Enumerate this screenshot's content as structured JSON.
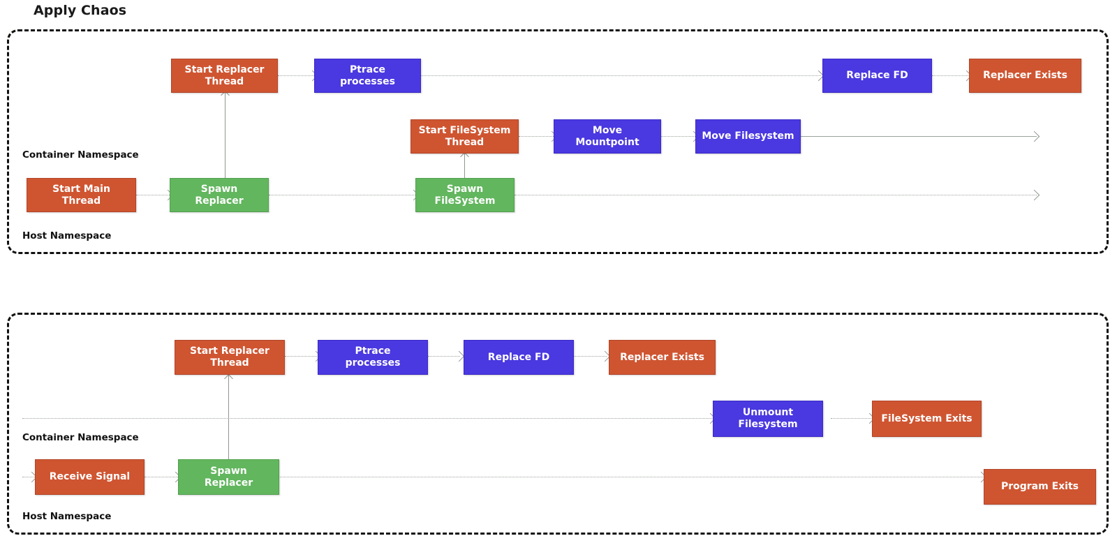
{
  "title": "Apply Chaos",
  "colors": {
    "orange": "#cf5531",
    "blue": "#4a38e0",
    "green": "#62b65e",
    "namespace_band": "#dde5d4",
    "frame_border": "#111111",
    "connector": "#9aa39a"
  },
  "lanes": {
    "container_label": "Container Namespace",
    "host_label": "Host Namespace"
  },
  "diagrams": [
    {
      "id": "apply-chaos-start",
      "container_label": "Container Namespace",
      "host_label": "Host Namespace",
      "nodes": [
        {
          "id": "start-replacer-thread",
          "label": "Start Replacer\nThread",
          "color": "orange",
          "lane": "container"
        },
        {
          "id": "ptrace-processes",
          "label": "Ptrace\nprocesses",
          "color": "blue",
          "lane": "container"
        },
        {
          "id": "replace-fd",
          "label": "Replace FD",
          "color": "blue",
          "lane": "container"
        },
        {
          "id": "replacer-exists",
          "label": "Replacer Exists",
          "color": "orange",
          "lane": "container"
        },
        {
          "id": "start-filesystem-thread",
          "label": "Start FileSystem\nThread",
          "color": "orange",
          "lane": "container"
        },
        {
          "id": "move-mountpoint",
          "label": "Move\nMountpoint",
          "color": "blue",
          "lane": "container"
        },
        {
          "id": "move-filesystem",
          "label": "Move Filesystem",
          "color": "blue",
          "lane": "container"
        },
        {
          "id": "start-main-thread",
          "label": "Start Main\nThread",
          "color": "orange",
          "lane": "host"
        },
        {
          "id": "spawn-replacer",
          "label": "Spawn\nReplacer",
          "color": "green",
          "lane": "host"
        },
        {
          "id": "spawn-filesystem",
          "label": "Spawn\nFileSystem",
          "color": "green",
          "lane": "host"
        }
      ],
      "edges": [
        {
          "from": "start-replacer-thread",
          "to": "ptrace-processes"
        },
        {
          "from": "ptrace-processes",
          "to": "replace-fd"
        },
        {
          "from": "replace-fd",
          "to": "replacer-exists"
        },
        {
          "from": "start-filesystem-thread",
          "to": "move-mountpoint"
        },
        {
          "from": "move-mountpoint",
          "to": "move-filesystem"
        },
        {
          "from": "move-filesystem",
          "to": "lane-end"
        },
        {
          "from": "start-main-thread",
          "to": "spawn-replacer"
        },
        {
          "from": "spawn-replacer",
          "to": "spawn-filesystem"
        },
        {
          "from": "spawn-filesystem",
          "to": "lane-end"
        },
        {
          "from": "spawn-replacer",
          "to": "start-replacer-thread"
        },
        {
          "from": "spawn-filesystem",
          "to": "start-filesystem-thread"
        }
      ]
    },
    {
      "id": "apply-chaos-recover",
      "container_label": "Container Namespace",
      "host_label": "Host Namespace",
      "nodes": [
        {
          "id": "start-replacer-thread-2",
          "label": "Start Replacer\nThread",
          "color": "orange",
          "lane": "container"
        },
        {
          "id": "ptrace-processes-2",
          "label": "Ptrace\nprocesses",
          "color": "blue",
          "lane": "container"
        },
        {
          "id": "replace-fd-2",
          "label": "Replace FD",
          "color": "blue",
          "lane": "container"
        },
        {
          "id": "replacer-exists-2",
          "label": "Replacer Exists",
          "color": "orange",
          "lane": "container"
        },
        {
          "id": "unmount-filesystem",
          "label": "Unmount\nFilesystem",
          "color": "blue",
          "lane": "container"
        },
        {
          "id": "filesystem-exits",
          "label": "FileSystem Exits",
          "color": "orange",
          "lane": "container"
        },
        {
          "id": "receive-signal",
          "label": "Receive Signal",
          "color": "orange",
          "lane": "host"
        },
        {
          "id": "spawn-replacer-2",
          "label": "Spawn\nReplacer",
          "color": "green",
          "lane": "host"
        },
        {
          "id": "program-exits",
          "label": "Program Exits",
          "color": "orange",
          "lane": "host"
        }
      ],
      "edges": [
        {
          "from": "start-replacer-thread-2",
          "to": "ptrace-processes-2"
        },
        {
          "from": "ptrace-processes-2",
          "to": "replace-fd-2"
        },
        {
          "from": "replace-fd-2",
          "to": "replacer-exists-2"
        },
        {
          "from": "lane-start",
          "to": "unmount-filesystem"
        },
        {
          "from": "unmount-filesystem",
          "to": "filesystem-exits"
        },
        {
          "from": "lane-start",
          "to": "receive-signal"
        },
        {
          "from": "receive-signal",
          "to": "spawn-replacer-2"
        },
        {
          "from": "spawn-replacer-2",
          "to": "program-exits"
        },
        {
          "from": "spawn-replacer-2",
          "to": "start-replacer-thread-2"
        }
      ]
    }
  ]
}
